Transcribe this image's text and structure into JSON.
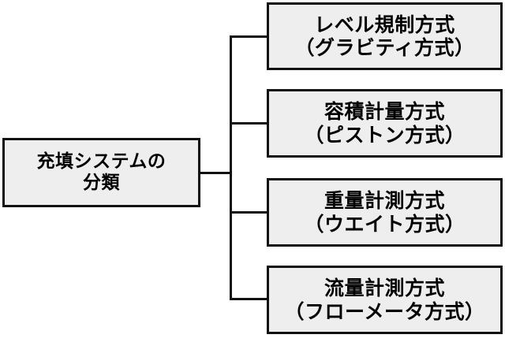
{
  "diagram": {
    "type": "tree-diagram",
    "orientation": "left-to-right",
    "colors": {
      "box_fill": "#eeeeee",
      "box_border": "#111111",
      "connector": "#111111",
      "background": "#ffffff",
      "text": "#000000"
    },
    "root": {
      "id": "root-node",
      "lines": [
        "充填システムの",
        "分類"
      ]
    },
    "children": [
      {
        "id": "child-node-1",
        "lines": [
          "レベル規制方式",
          "（グラビティ方式）"
        ]
      },
      {
        "id": "child-node-2",
        "lines": [
          "容積計量方式",
          "（ピストン方式）"
        ]
      },
      {
        "id": "child-node-3",
        "lines": [
          "重量計測方式",
          "（ウエイト方式）"
        ]
      },
      {
        "id": "child-node-4",
        "lines": [
          "流量計測方式",
          "（フローメータ方式）"
        ]
      }
    ]
  }
}
